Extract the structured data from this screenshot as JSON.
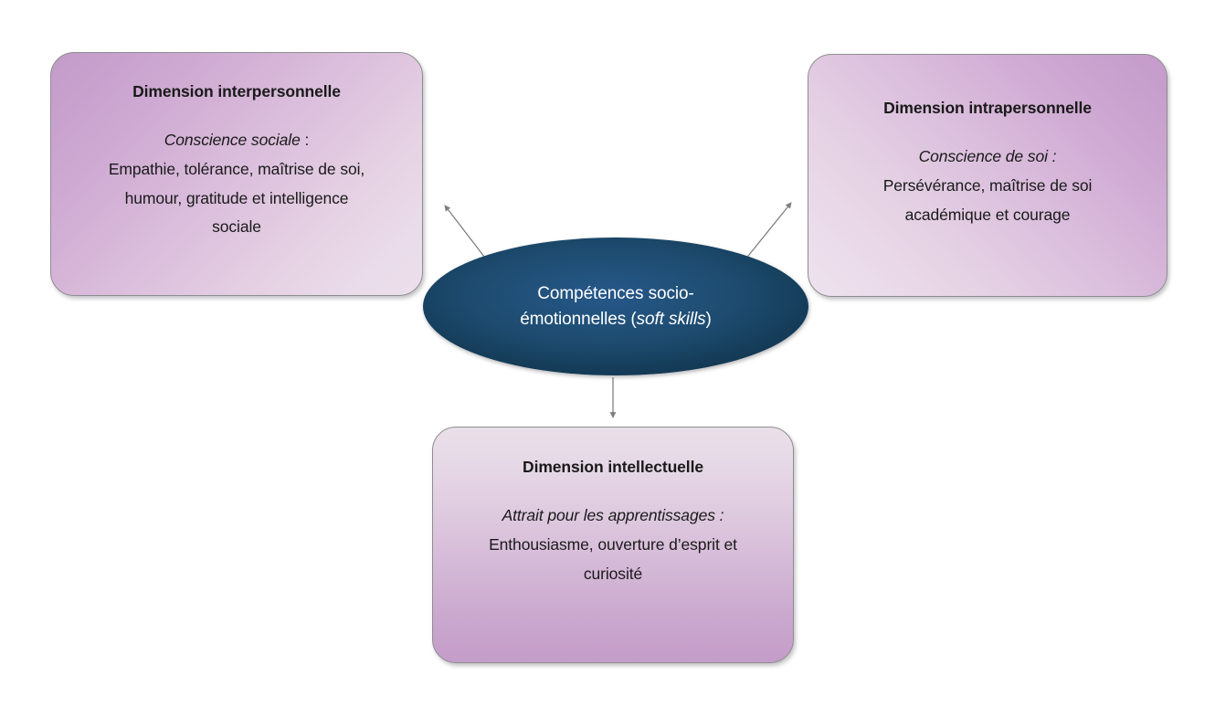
{
  "diagram": {
    "center": {
      "text_line1": "Compétences socio-",
      "text_line2_prefix": "émotionnelles (",
      "text_line2_italic": "soft skills",
      "text_line2_suffix": ")",
      "fill_color": "#1d4a6e",
      "text_color": "#ffffff"
    },
    "nodes": [
      {
        "id": "interpersonnelle",
        "title": "Dimension interpersonnelle",
        "lead": "Conscience sociale",
        "lead_colon": " :",
        "lines": [
          "Empathie, tolérance, maîtrise de soi,",
          "humour, gratitude et intelligence",
          "sociale"
        ],
        "gradient_from": "#c39bc9",
        "gradient_to": "#ece0eb"
      },
      {
        "id": "intrapersonnelle",
        "title": "Dimension intrapersonnelle",
        "lead": "Conscience de soi :",
        "lead_colon": "",
        "lines": [
          "Persévérance, maîtrise de soi",
          "académique et courage"
        ],
        "gradient_from": "#ede2ec",
        "gradient_to": "#c49bca"
      },
      {
        "id": "intellectuelle",
        "title": "Dimension intellectuelle",
        "lead": "Attrait pour les apprentissages :",
        "lead_colon": "",
        "lines": [
          "Enthousiasme, ouverture d’esprit et",
          "curiosité"
        ],
        "gradient_from": "#eae0e9",
        "gradient_to": "#c49dc9"
      }
    ],
    "connectors": [
      {
        "id": "center-to-interpersonnelle",
        "direction": "up-left"
      },
      {
        "id": "center-to-intrapersonnelle",
        "direction": "up-right"
      },
      {
        "id": "center-to-intellectuelle",
        "direction": "down"
      }
    ],
    "connector_color": "#7f7f7f"
  }
}
